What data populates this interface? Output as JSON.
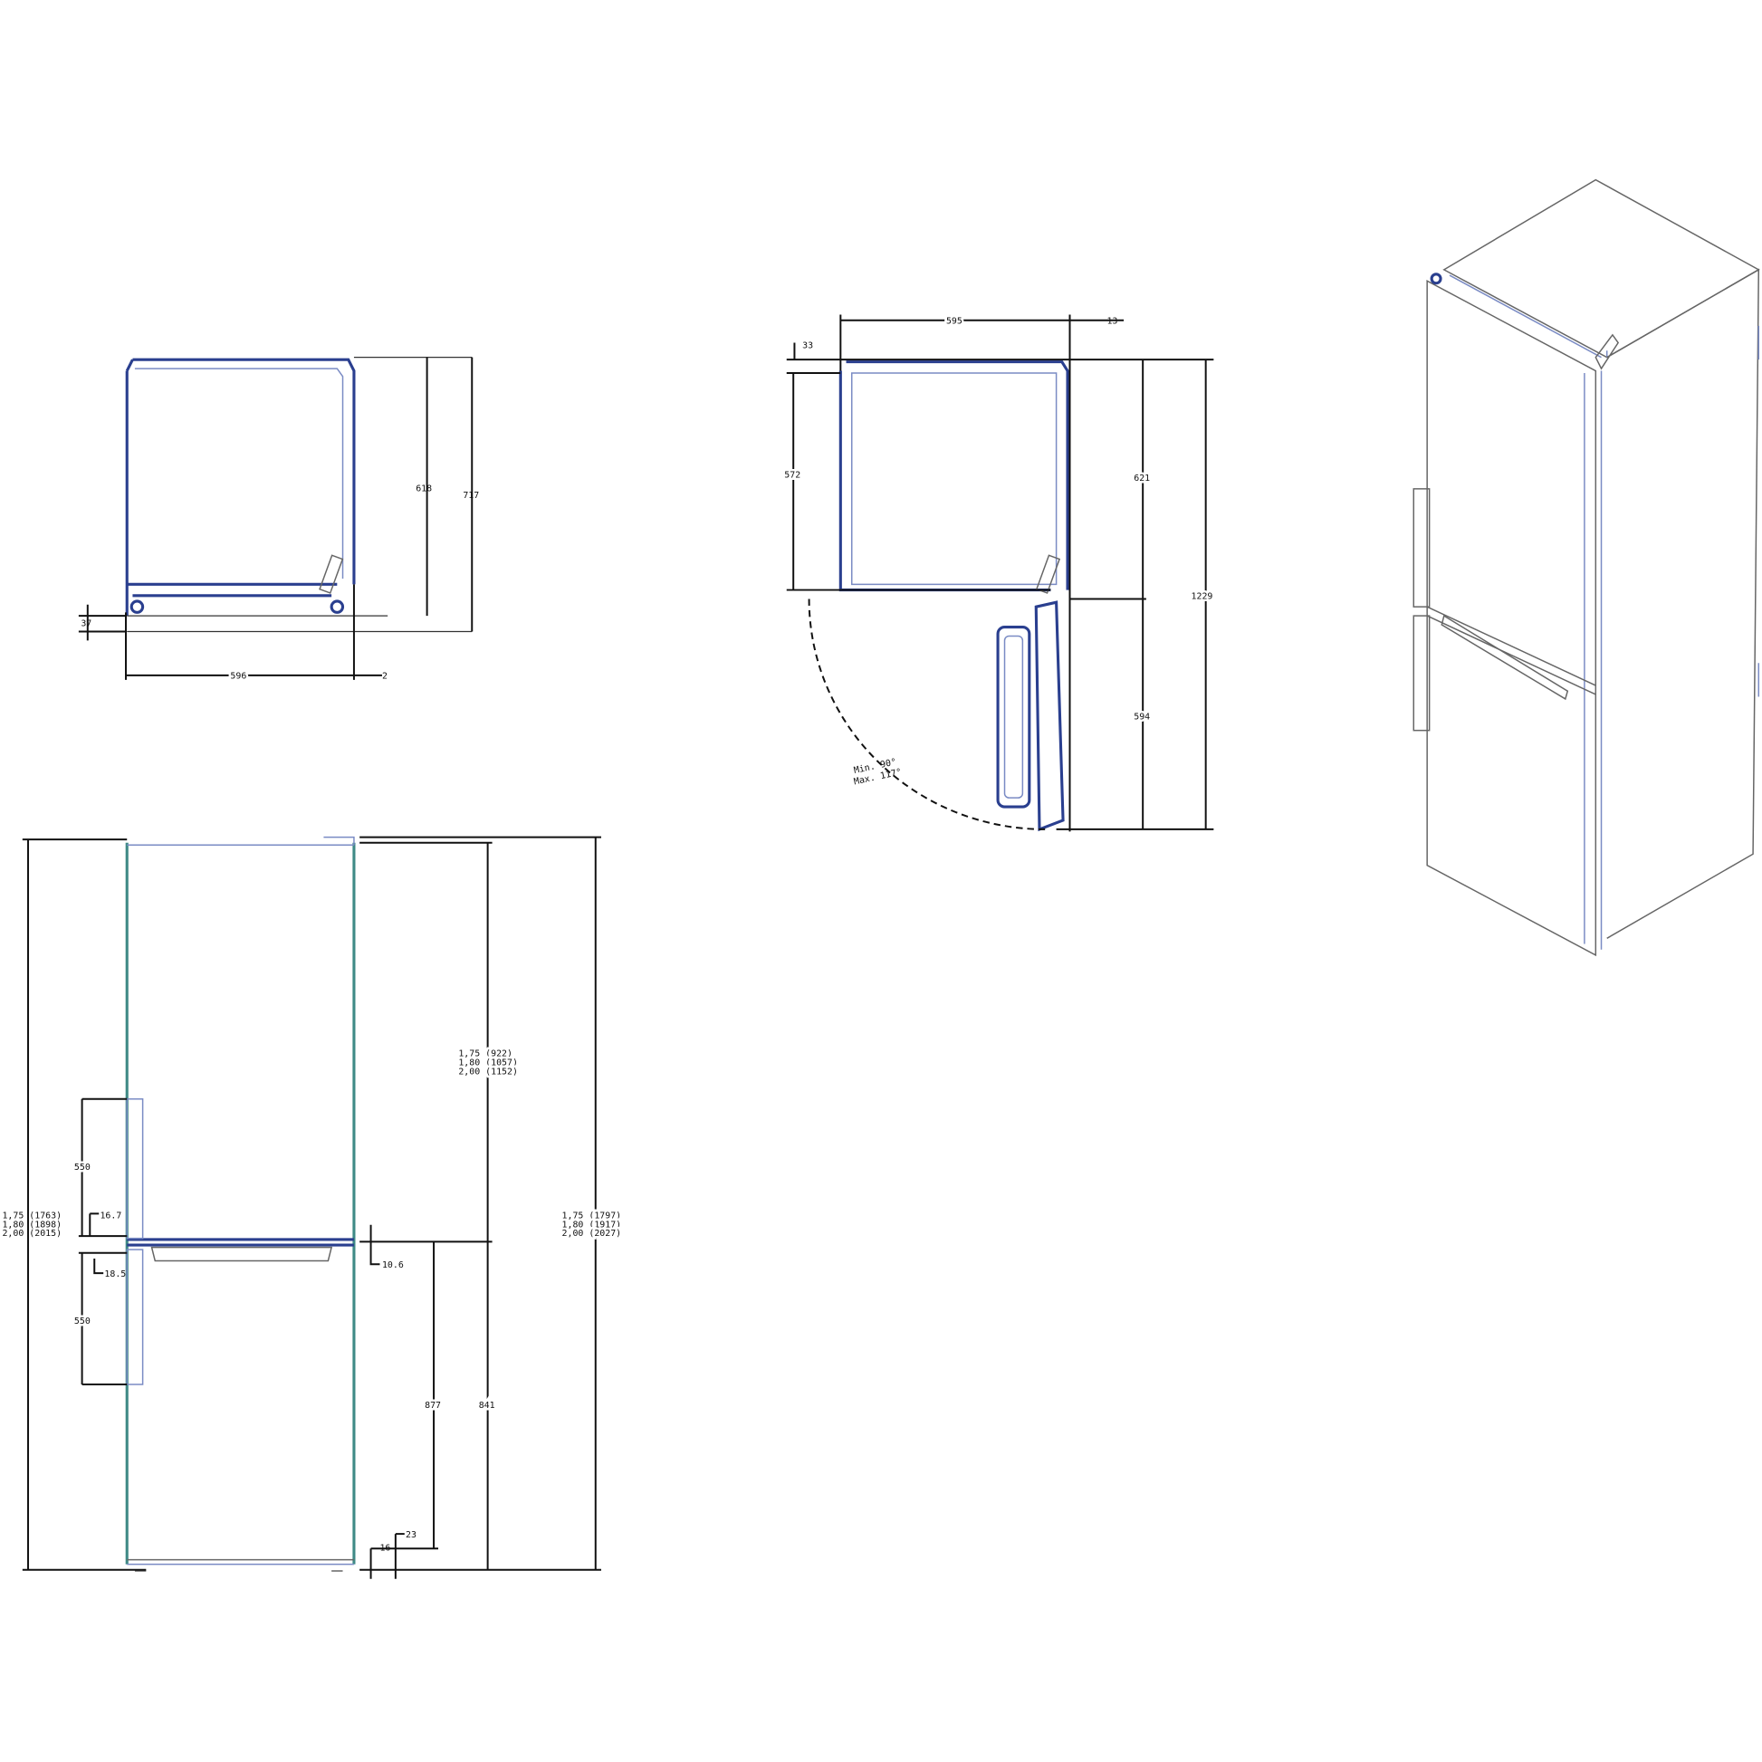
{
  "top_view_closed": {
    "depth_body": "618",
    "depth_total": "717",
    "rear_offset": "37",
    "width": "596",
    "side_clearance": "2"
  },
  "top_view_open": {
    "width": "595",
    "hinge_offset": "13",
    "front_offset": "33",
    "inner_depth": "572",
    "depth_body": "621",
    "door_swing": "594",
    "total_depth": "1229",
    "angle_min": "Min. 90°",
    "angle_max": "Max. 117°"
  },
  "front_view": {
    "total_height_left": [
      "1,75 (1763)",
      "1,80 (1898)",
      "2,00 (2015)"
    ],
    "total_height_right": [
      "1,75 (1797)",
      "1,80 (1917)",
      "2,00 (2027)"
    ],
    "upper_height": [
      "1,75 (922)",
      "1,80 (1057)",
      "2,00 (1152)"
    ],
    "upper_handle": "550",
    "lower_handle": "550",
    "gap_upper": "16.7",
    "gap_lower": "18.5",
    "divider_offset": "10.6",
    "lower_door": "877",
    "lower_height": "841",
    "foot_a": "16",
    "foot_b": "23"
  },
  "colors": {
    "outline": "#2a3f8f",
    "front_outline": "#3f8a86",
    "dimension": "#111111"
  }
}
